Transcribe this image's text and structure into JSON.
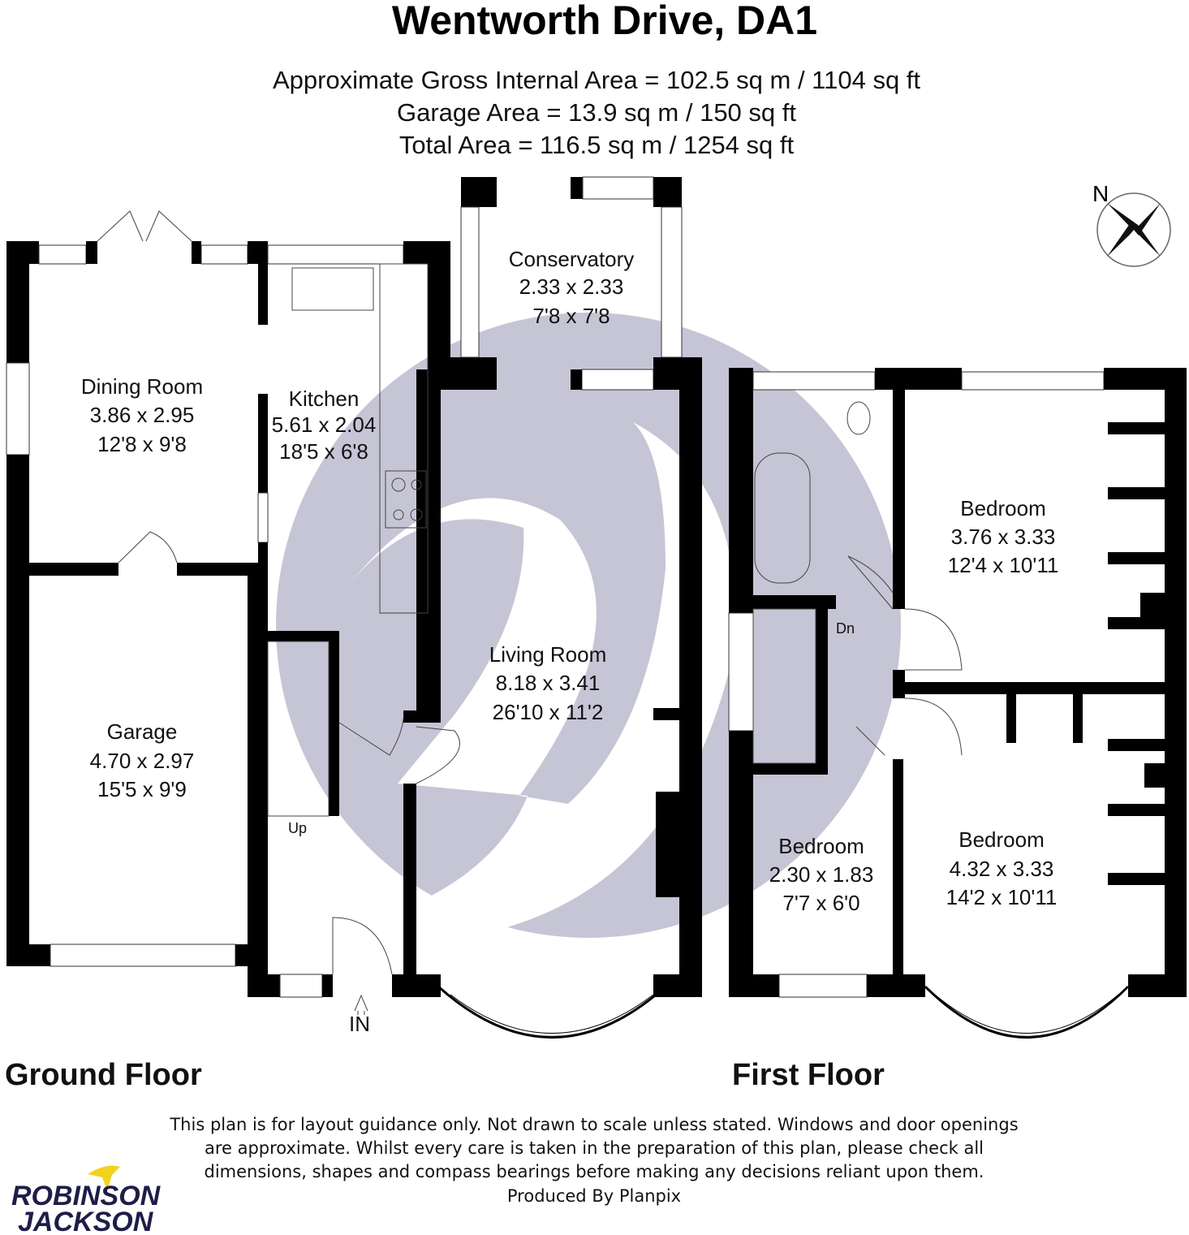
{
  "header": {
    "title": "Wentworth Drive, DA1",
    "gross_internal_area": "Approximate Gross Internal Area = 102.5 sq m / 1104 sq ft",
    "garage_area": "Garage Area = 13.9 sq m / 150 sq ft",
    "total_area": "Total Area = 116.5 sq m / 1254 sq ft"
  },
  "compass": {
    "label": "N"
  },
  "ground_floor": {
    "label": "Ground Floor",
    "entrance_label": "IN",
    "stairs_label": "Up",
    "rooms": [
      {
        "name": "Conservatory",
        "metric": "2.33 x 2.33",
        "imperial": "7'8 x 7'8"
      },
      {
        "name": "Dining Room",
        "metric": "3.86 x 2.95",
        "imperial": "12'8 x 9'8"
      },
      {
        "name": "Kitchen",
        "metric": "5.61 x 2.04",
        "imperial": "18'5 x 6'8"
      },
      {
        "name": "Living Room",
        "metric": "8.18 x 3.41",
        "imperial": "26'10 x 11'2"
      },
      {
        "name": "Garage",
        "metric": "4.70 x 2.97",
        "imperial": "15'5 x 9'9"
      }
    ]
  },
  "first_floor": {
    "label": "First Floor",
    "stairs_label": "Dn",
    "rooms": [
      {
        "name": "Bedroom",
        "metric": "3.76 x 3.33",
        "imperial": "12'4 x 10'11"
      },
      {
        "name": "Bedroom",
        "metric": "2.30 x 1.83",
        "imperial": "7'7 x 6'0"
      },
      {
        "name": "Bedroom",
        "metric": "4.32 x 3.33",
        "imperial": "14'2 x 10'11"
      }
    ]
  },
  "disclaimer": [
    "This plan is for layout guidance only. Not drawn to scale unless stated. Windows and door openings",
    "are approximate. Whilst every care is taken in the preparation of this plan, please check all",
    "dimensions, shapes and compass bearings before making any decisions reliant upon them.",
    "Produced By Planpix"
  ],
  "logo": {
    "line1": "ROBINSON",
    "line2": "JACKSON"
  },
  "colors": {
    "watermark": "#c3c2d3",
    "logo_navy": "#1f1d48",
    "logo_yellow": "#f3d21c"
  }
}
